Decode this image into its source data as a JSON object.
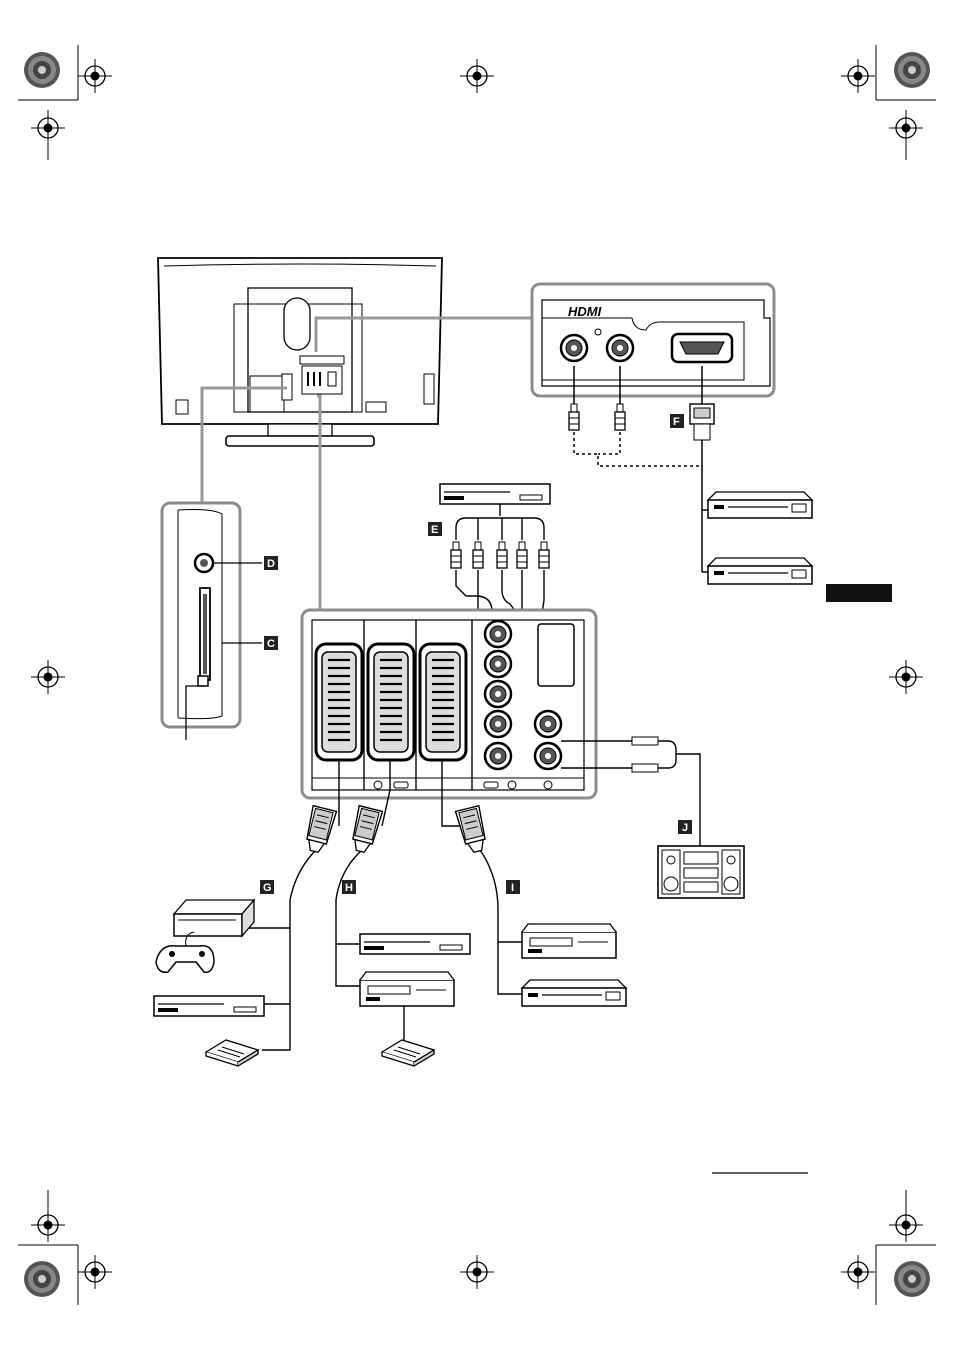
{
  "hdmi_panel": {
    "logo_text": "HDMI"
  },
  "labels": {
    "c": "C",
    "d": "D",
    "e": "E",
    "f": "F",
    "g": "G",
    "h": "H",
    "i": "I",
    "j": "J"
  },
  "colors": {
    "line": "#000000",
    "panel_border": "#8c8c8c",
    "cable_gray": "#999999",
    "label_bg": "#222222",
    "tab_bg": "#111111"
  }
}
